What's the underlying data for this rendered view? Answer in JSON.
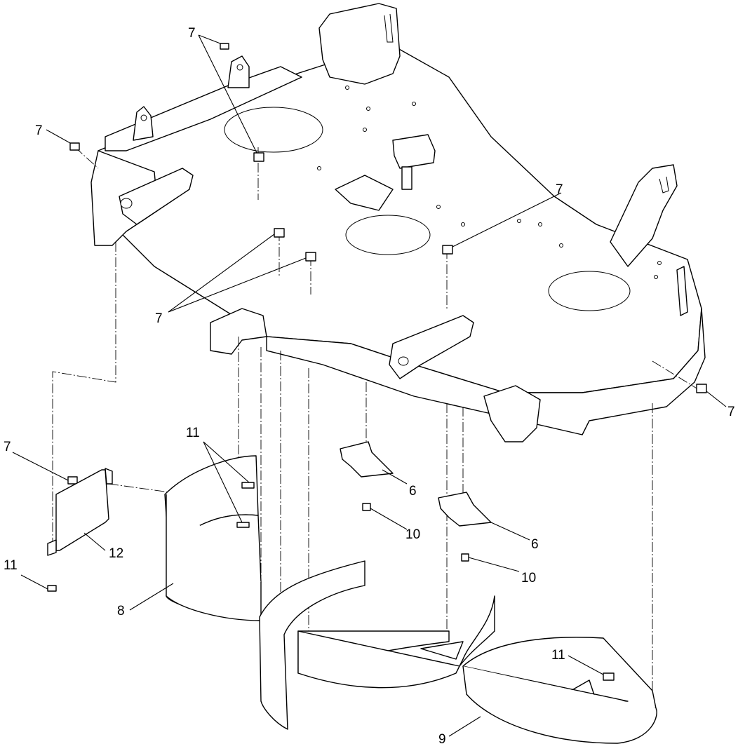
{
  "callouts": {
    "c1": "7",
    "c2": "7",
    "c3": "7",
    "c4": "7",
    "c5": "7",
    "c6": "7",
    "c7": "11",
    "c8": "6",
    "c9": "10",
    "c10": "6",
    "c11": "10",
    "c12": "12",
    "c13": "11",
    "c14": "8",
    "c15": "11",
    "c16": "9"
  }
}
